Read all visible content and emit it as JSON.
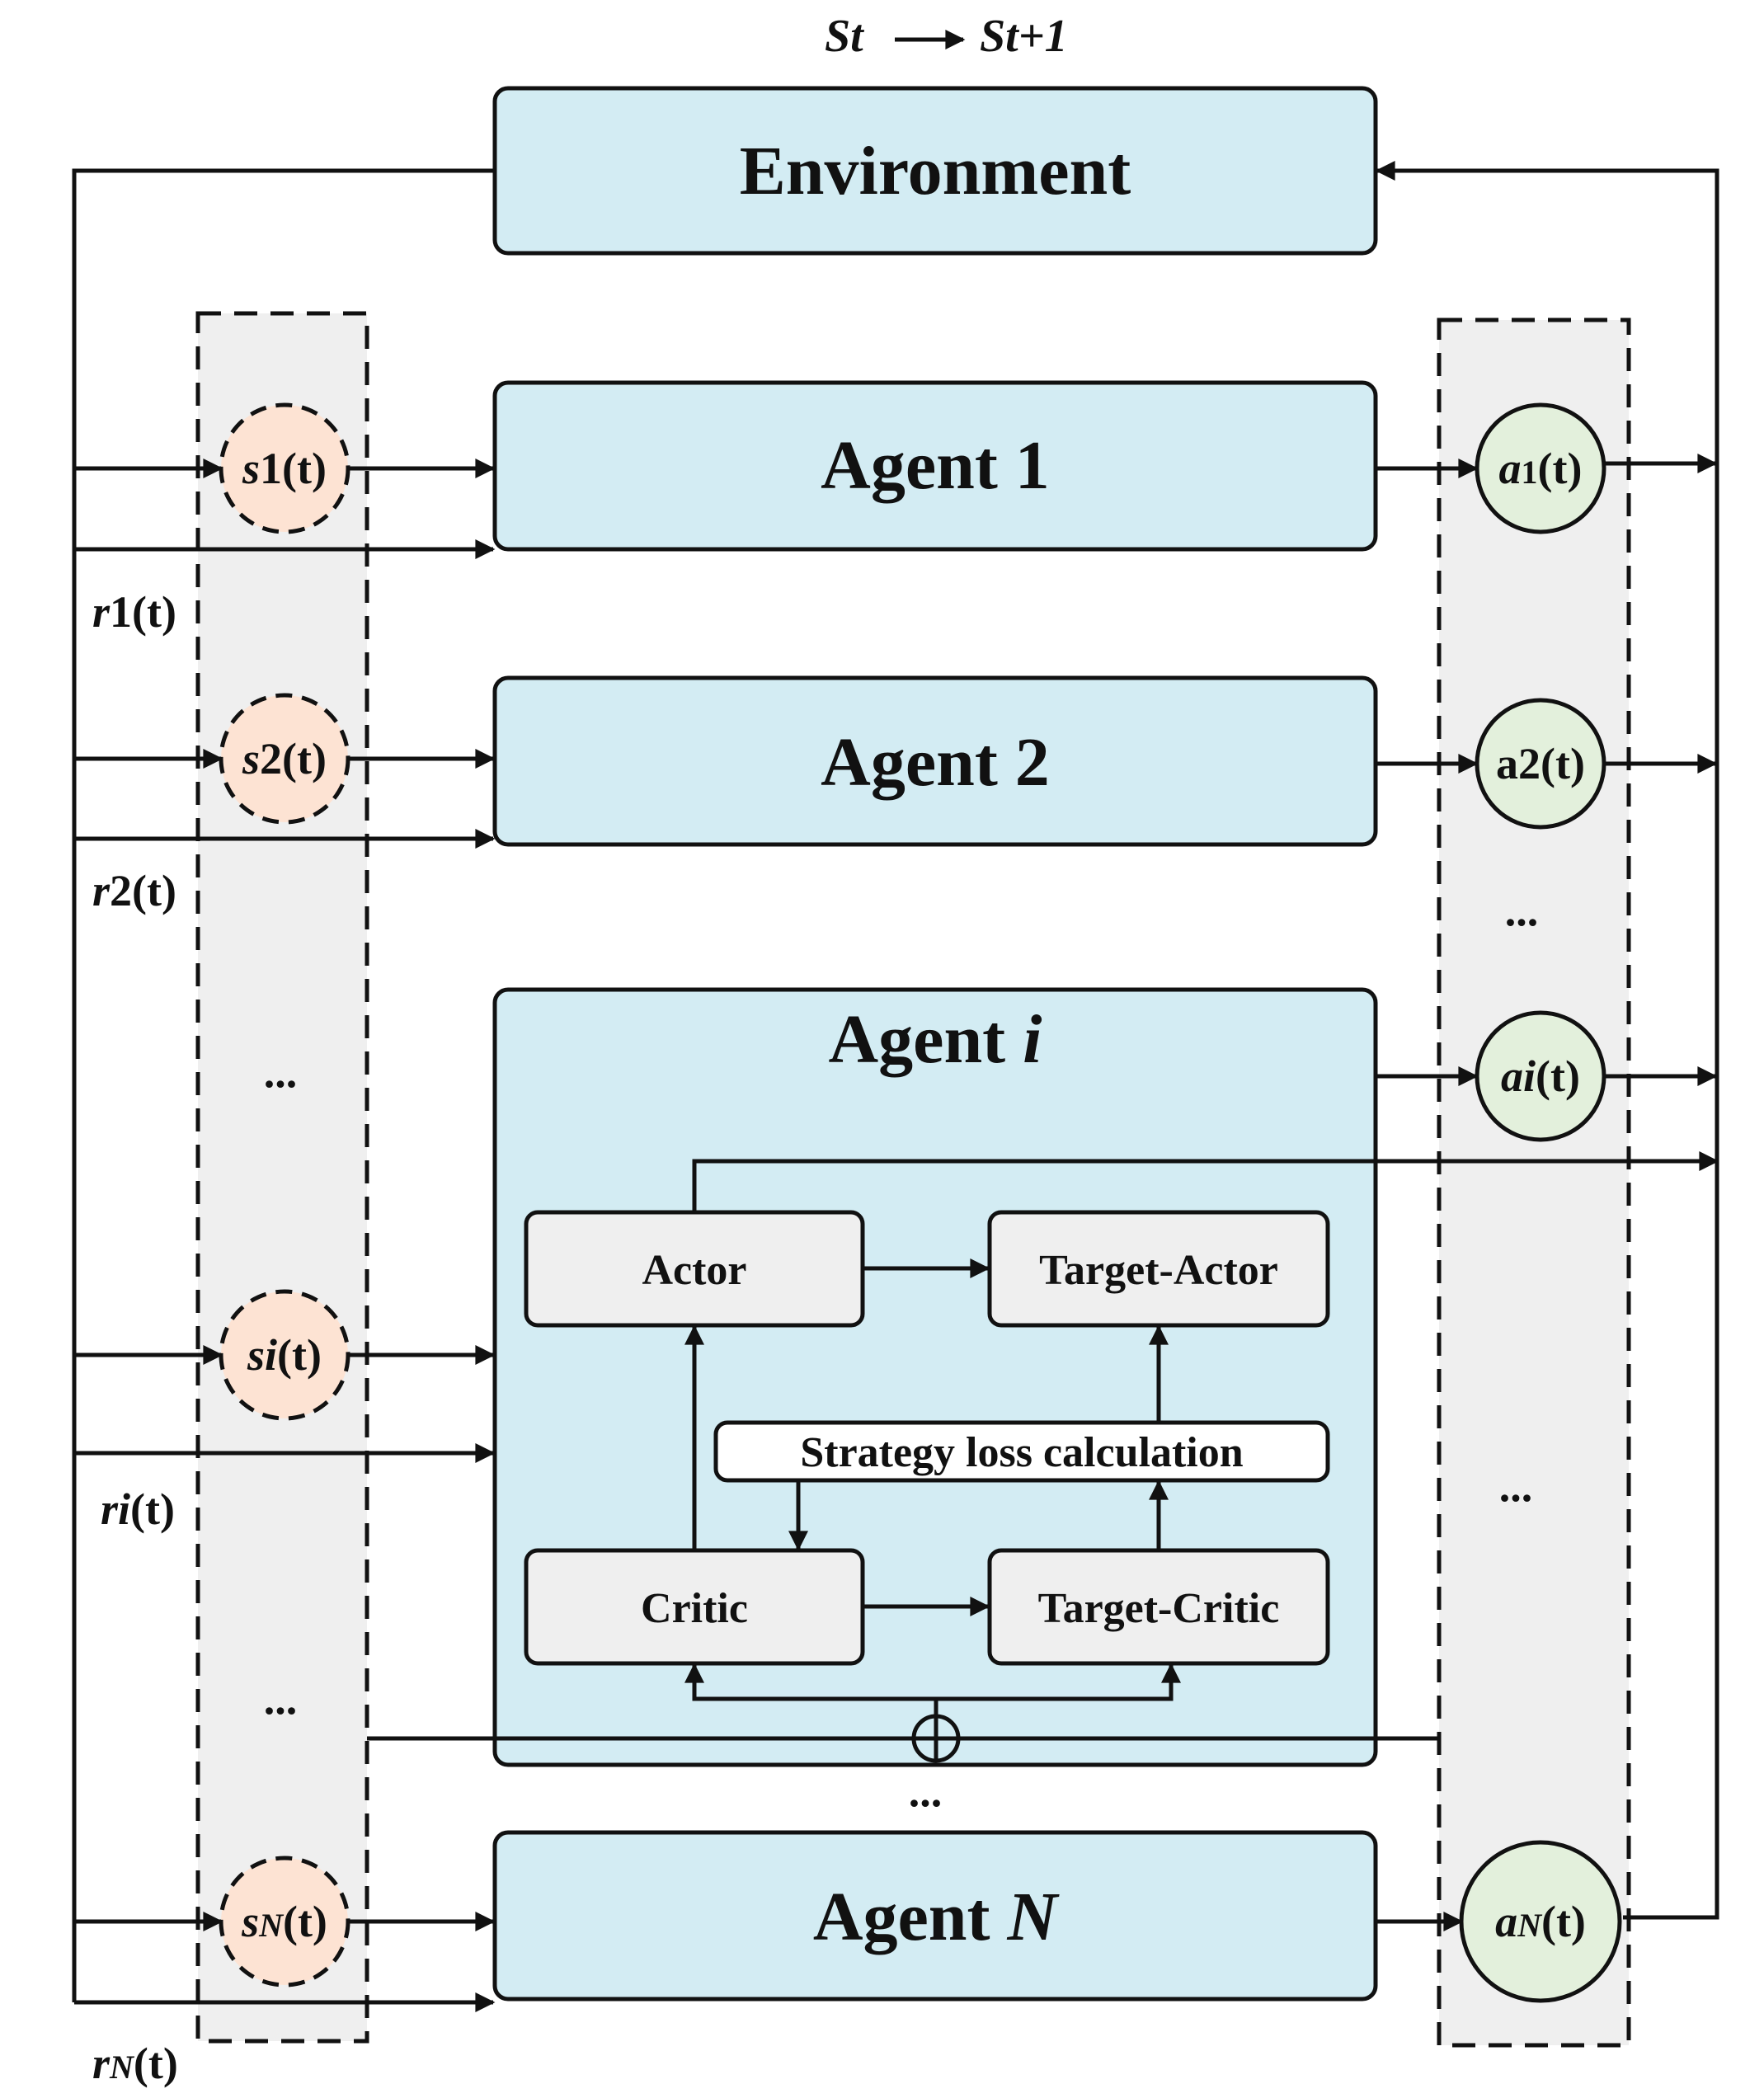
{
  "header": {
    "state_from": "St",
    "state_to": "St+1"
  },
  "environment": {
    "label": "Environment"
  },
  "agents": {
    "agent1": {
      "label": "Agent 1"
    },
    "agent2": {
      "label": "Agent 2"
    },
    "agenti": {
      "label_prefix": "Agent ",
      "label_var": "i"
    },
    "agentN": {
      "label_prefix": "Agent ",
      "label_var": "N"
    }
  },
  "inner": {
    "actor": "Actor",
    "target_actor": "Target-Actor",
    "strategy_loss": "Strategy loss calculation",
    "critic": "Critic",
    "target_critic": "Target-Critic"
  },
  "states": {
    "s1": {
      "var": "s",
      "sub": "1",
      "t": "(t)"
    },
    "s2": {
      "var": "s",
      "sub": "2",
      "t": "(t)"
    },
    "si": {
      "var": "si",
      "t": "(t)"
    },
    "sN": {
      "var": "s",
      "sub": "N",
      "t": "(t)"
    }
  },
  "actions": {
    "a1": {
      "var": "a",
      "sub": "1",
      "t": "(t)"
    },
    "a2": {
      "text": "a2(t)"
    },
    "ai": {
      "var": "ai",
      "t": "(t)"
    },
    "aN": {
      "var": "a",
      "sub": "N",
      "t": "(t)"
    }
  },
  "rewards": {
    "r1": {
      "var": "r",
      "sub": "1",
      "t": "(t)"
    },
    "r2": {
      "var": "r",
      "sub": "2",
      "t": "(t)"
    },
    "ri": {
      "var": "ri",
      "t": "(t)"
    },
    "rN": {
      "var": "r",
      "sub": "N",
      "t": "(t)"
    }
  },
  "ellipses": {
    "left_top": "...",
    "left_bottom": "...",
    "right_top": "...",
    "right_bottom": "...",
    "center": "..."
  },
  "colors": {
    "box_fill": "#d3ecf3",
    "inner_fill": "#efefef",
    "state_fill": "#fde3d3",
    "action_fill": "#e3f0dc",
    "column_fill": "#efefef",
    "line": "#111111"
  }
}
